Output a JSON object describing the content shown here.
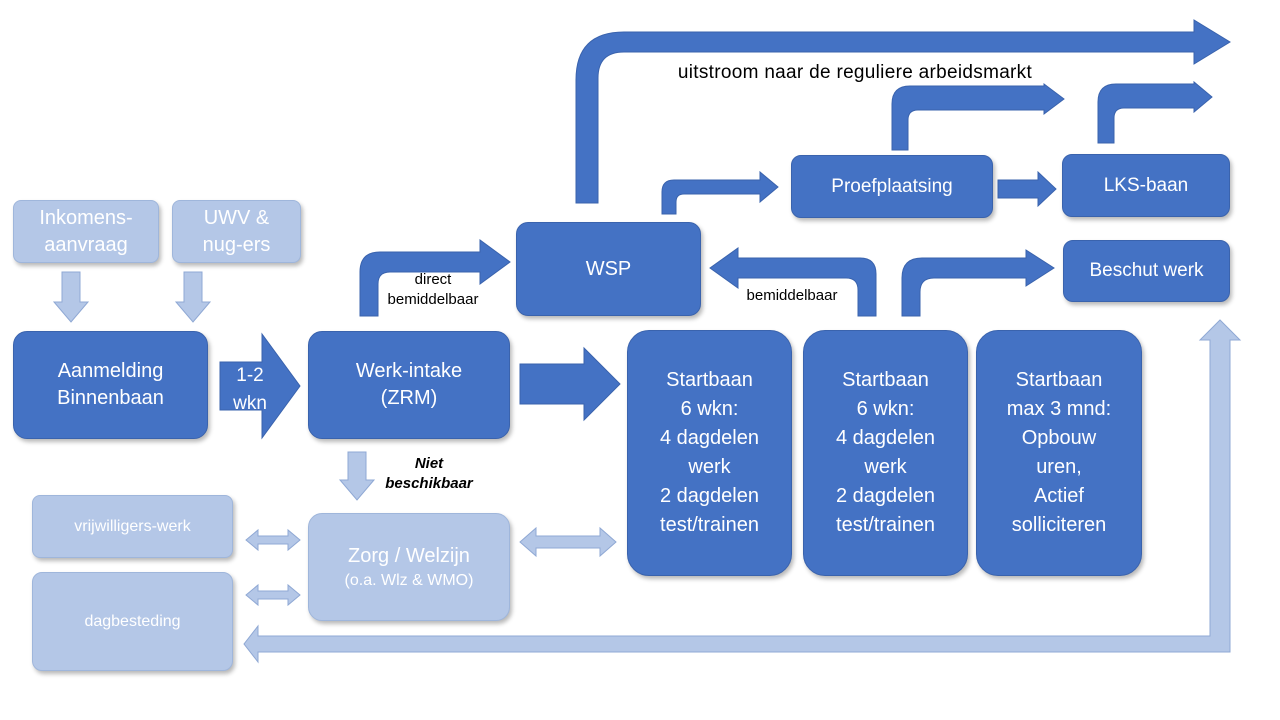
{
  "boxes": {
    "inkomens": "Inkomens-\naanvraag",
    "uwv": "UWV &\nnug-ers",
    "aanmelding": "Aanmelding\nBinnenbaan",
    "werk_intake_title": "Werk-intake",
    "werk_intake_sub": "(ZRM)",
    "wsp": "WSP",
    "proefplaatsing": "Proefplaatsing",
    "lks_baan": "LKS-baan",
    "beschut_werk": "Beschut werk",
    "startbaan1": "Startbaan\n6 wkn:\n4 dagdelen\nwerk\n2 dagdelen\ntest/trainen",
    "startbaan2": "Startbaan\n6 wkn:\n4 dagdelen\nwerk\n2 dagdelen\ntest/trainen",
    "startbaan3": "Startbaan\nmax 3 mnd:\nOpbouw\nuren,\nActief\nsolliciteren",
    "vrijwilligers": "vrijwilligers-werk",
    "dagbesteding": "dagbesteding",
    "zorg_title": "Zorg / Welzijn",
    "zorg_sub": "(o.a. Wlz & WMO)"
  },
  "labels": {
    "uitstroom": "uitstroom naar de reguliere arbeidsmarkt",
    "direct": "direct\nbemiddelbaar",
    "bemiddelbaar": "bemiddelbaar",
    "niet": "Niet\nbeschikbaar",
    "duration": "1-2\nwkn"
  },
  "colors": {
    "dark_blue": "#4472c4",
    "light_blue": "#b4c7e7",
    "text_white": "#ffffff"
  }
}
